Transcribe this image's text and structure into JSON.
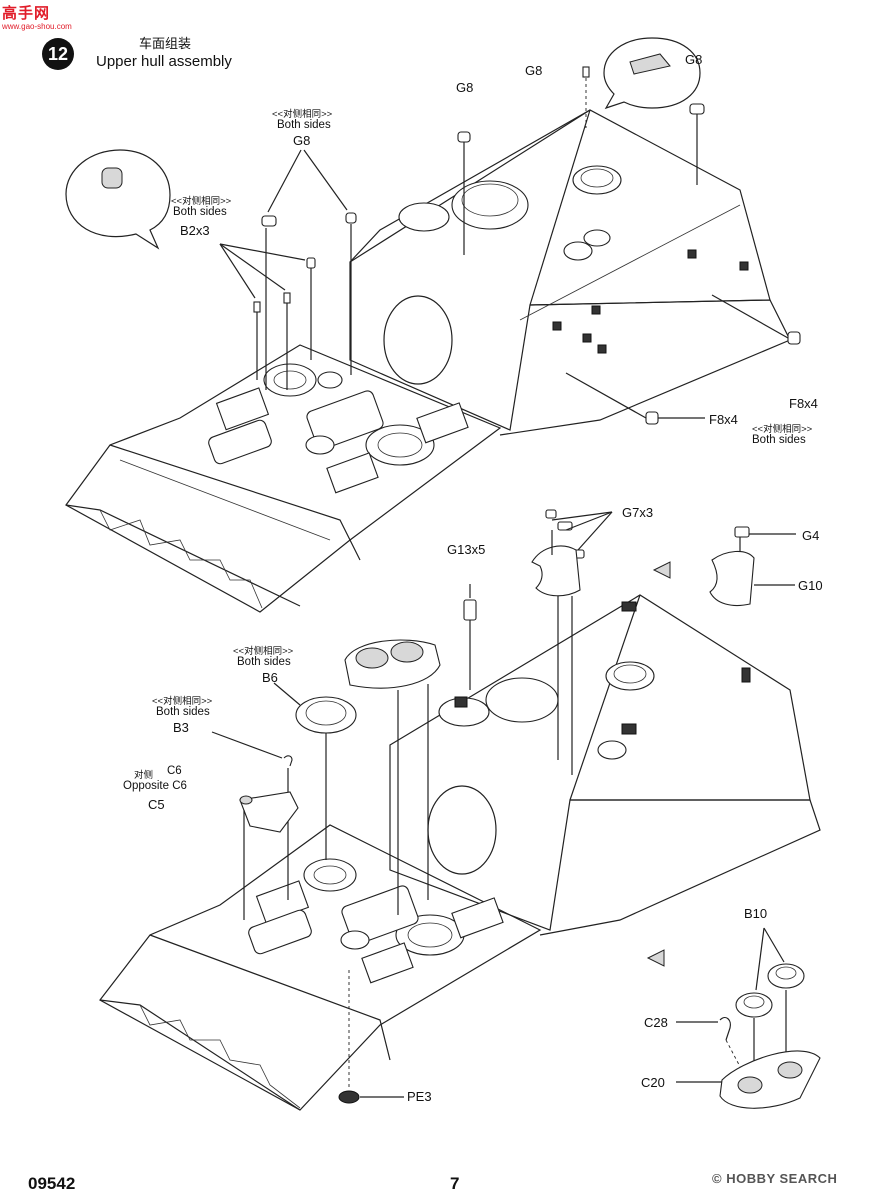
{
  "watermark": {
    "name": "高手网",
    "url": "www.gao-shou.com"
  },
  "step": {
    "number": "12",
    "title_cn": "车面组装",
    "title_en": "Upper hull assembly"
  },
  "labels": {
    "g8_right": "G8",
    "g8_top": "G8",
    "g8_mid": "G8",
    "note_both_cn_1": "<<对侧相同>>",
    "both_sides_1": "Both sides",
    "g8_left": "G8",
    "note_both_cn_2": "<<对侧相同>>",
    "both_sides_2": "Both sides",
    "b2x3": "B2x3",
    "f8x4_right": "F8x4",
    "f8x4_mid": "F8x4",
    "note_both_cn_3": "<<对侧相同>>",
    "both_sides_3": "Both sides",
    "g7x3": "G7x3",
    "g13x5": "G13x5",
    "g4": "G4",
    "g10": "G10",
    "note_both_cn_4": "<<对侧相同>>",
    "both_sides_4": "Both sides",
    "b6": "B6",
    "note_both_cn_5": "<<对侧相同>>",
    "both_sides_5": "Both sides",
    "b3": "B3",
    "opposite_cn": "对侧",
    "c6_a": "C6",
    "opposite_c6": "Opposite C6",
    "c5": "C5",
    "b10": "B10",
    "c28": "C28",
    "c20": "C20",
    "pe3": "PE3"
  },
  "footer": {
    "code": "09542",
    "page": "7",
    "mark": "© HOBBY SEARCH"
  },
  "colors": {
    "watermark": "#e11d2a",
    "ink": "#111111"
  }
}
